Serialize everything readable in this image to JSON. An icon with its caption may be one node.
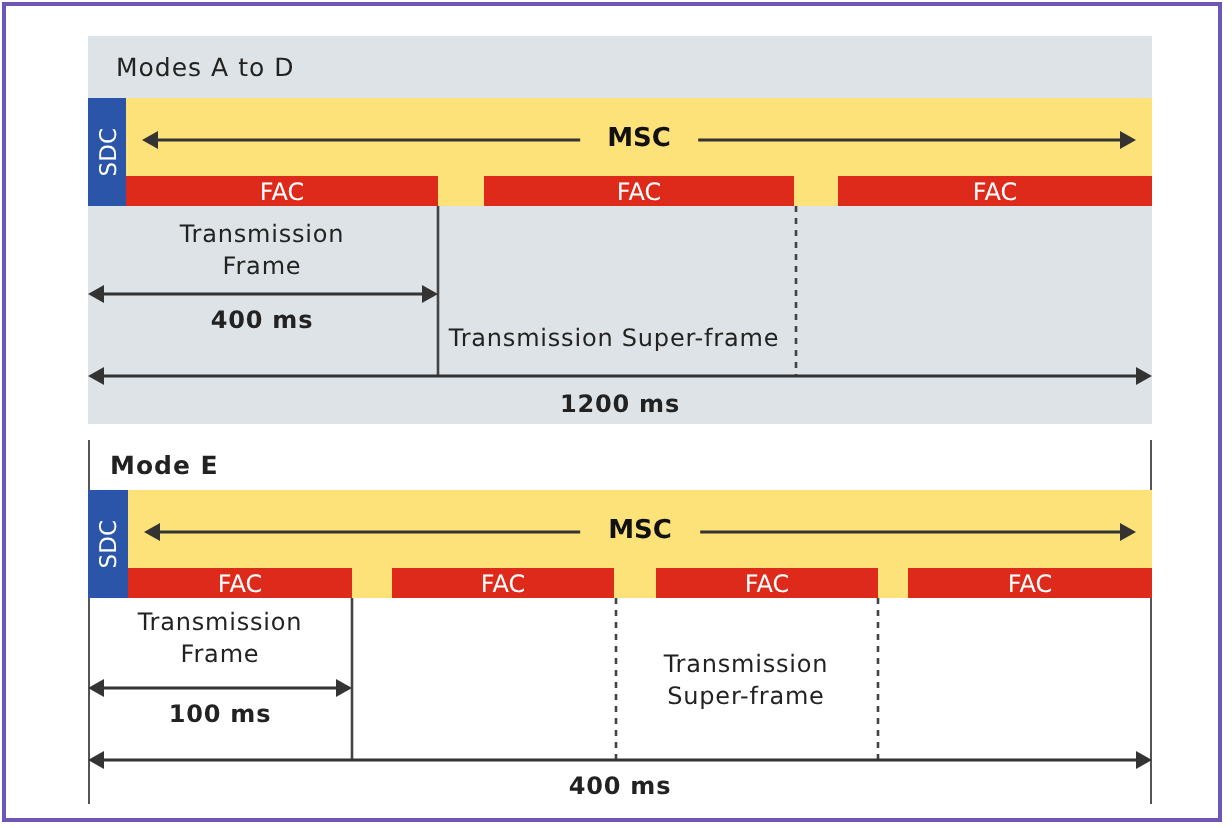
{
  "diagram": {
    "nodes": [
      {
        "text": [
          "Modes A to D"
        ]
      },
      {
        "text": [
          "SDC"
        ],
        "in": 0
      },
      {
        "text": [
          "MSC"
        ],
        "in": 0
      },
      {
        "text": [
          "FAC"
        ],
        "in": 2
      },
      {
        "text": [
          "FAC"
        ],
        "in": 2
      },
      {
        "text": [
          "FAC"
        ],
        "in": 2
      },
      {
        "text": [
          "Mode E"
        ]
      },
      {
        "text": [
          "SDC"
        ],
        "in": 6
      },
      {
        "text": [
          "MSC"
        ],
        "in": 6
      },
      {
        "text": [
          "FAC"
        ],
        "in": 8
      },
      {
        "text": [
          "FAC"
        ],
        "in": 8
      },
      {
        "text": [
          "FAC"
        ],
        "in": 8
      },
      {
        "text": [
          "FAC"
        ],
        "in": 8
      }
    ],
    "edges": [],
    "labels": [
      "Transmission Frame",
      "400 ms",
      "Transmission Super-frame",
      "1200 ms",
      "Transmission Frame",
      "100 ms",
      "Transmission Super-frame",
      "400 ms"
    ]
  }
}
